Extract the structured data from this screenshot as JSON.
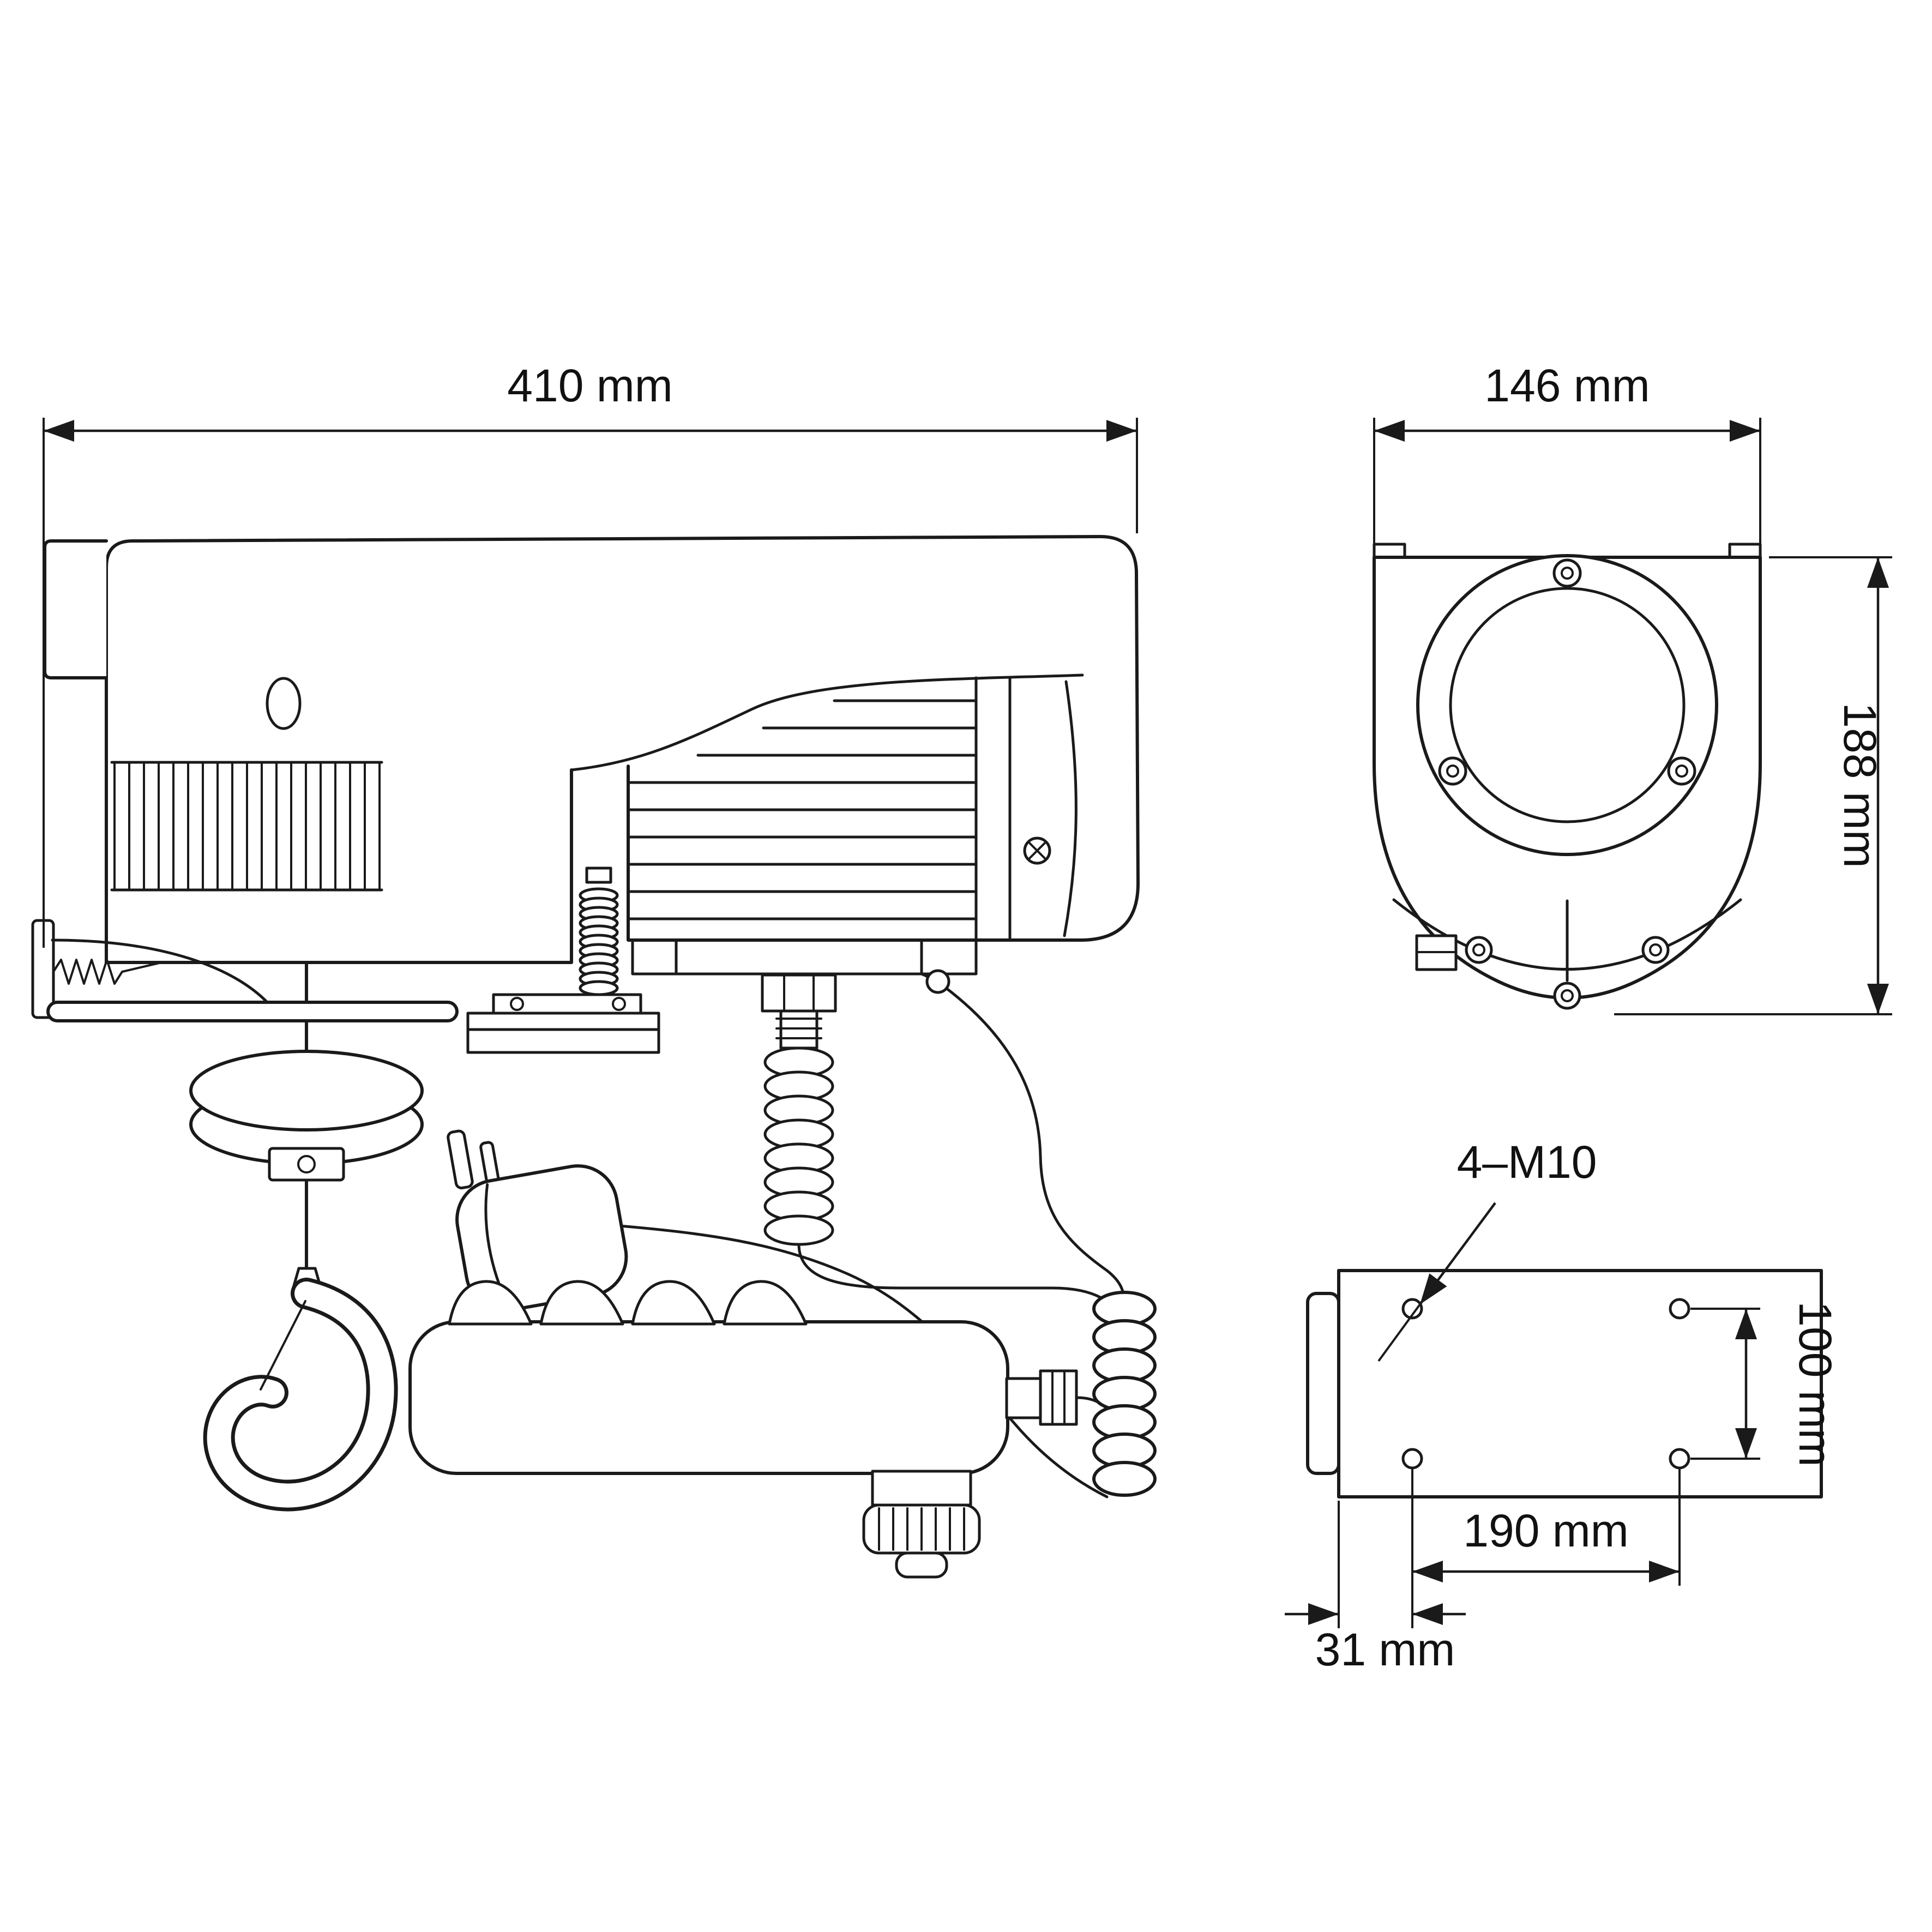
{
  "drawing": {
    "background_color": "#ffffff",
    "line_color": "#1a1a1a",
    "labels": {
      "overall_length": "410 mm",
      "body_width": "146 mm",
      "body_height": "188 mm",
      "thread_callout": "4–M10",
      "hole_pitch_horizontal": "190 mm",
      "hole_pitch_vertical": "100 mm",
      "hole_edge_offset": "31 mm"
    }
  }
}
